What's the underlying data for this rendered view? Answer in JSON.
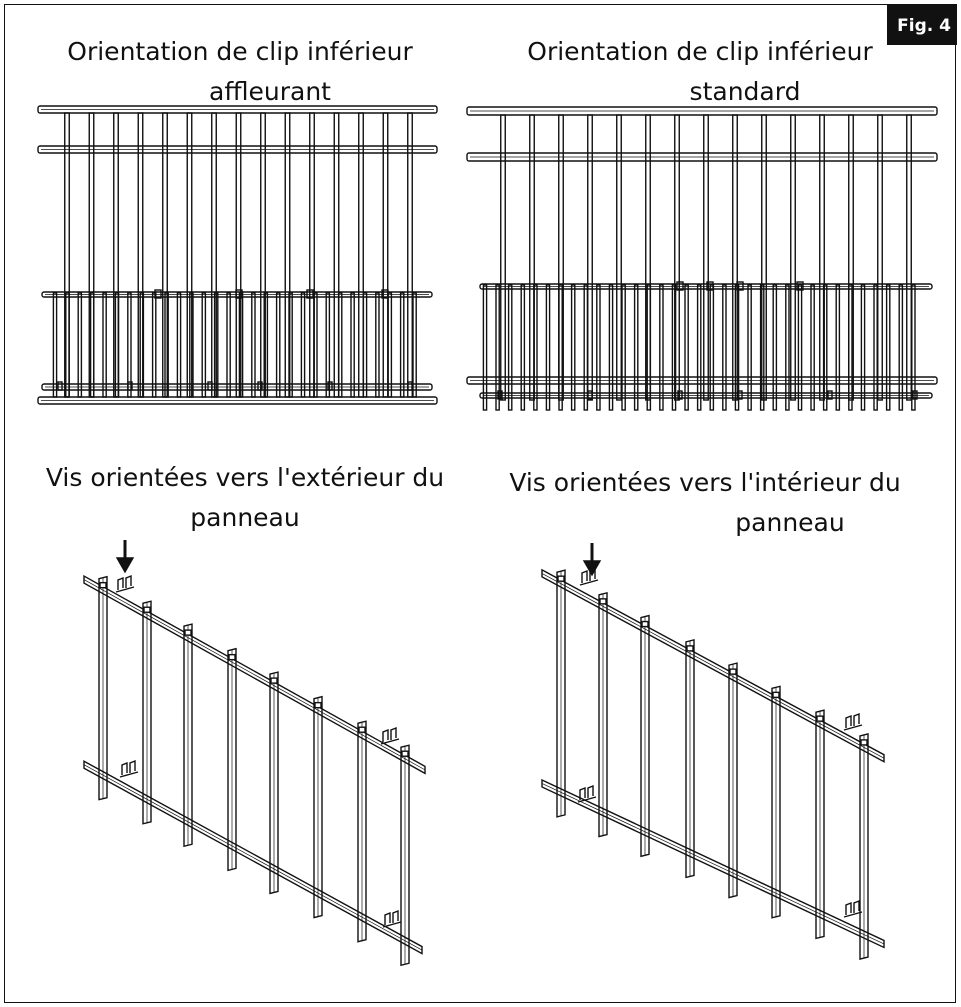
{
  "figure_label": "Fig. 4",
  "captions": {
    "top_left": [
      "Orientation de clip inférieur",
      "affleurant"
    ],
    "top_right": [
      "Orientation de clip inférieur",
      "standard"
    ],
    "bottom_left": [
      "Vis orientées vers l'extérieur du",
      "panneau"
    ],
    "bottom_right": [
      "Vis orientées vers l'intérieur du",
      "panneau"
    ]
  },
  "colors": {
    "line": "#111111",
    "background": "#ffffff"
  },
  "icons": [
    "down-arrow-icon",
    "down-arrow-icon"
  ]
}
